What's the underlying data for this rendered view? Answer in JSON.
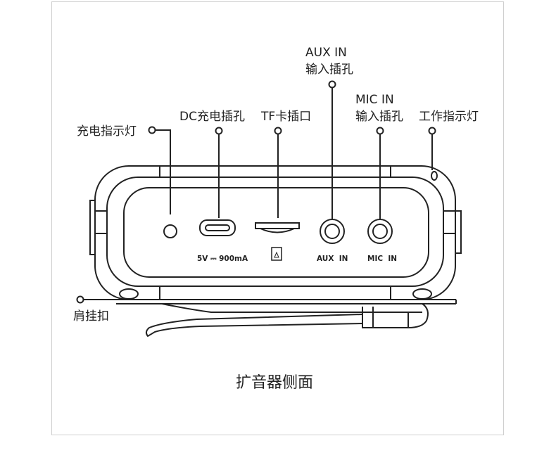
{
  "labels": {
    "aux_in_en": "AUX IN",
    "aux_in_cn": "输入插孔",
    "mic_in_en": "MIC IN",
    "mic_in_cn": "输入插孔",
    "dc_port": "DC充电插孔",
    "tf_slot": "TF卡插口",
    "charge_indicator": "充电指示灯",
    "work_indicator": "工作指示灯",
    "shoulder_clip": "肩挂扣"
  },
  "panel_print": {
    "power_rating": "5V ⎓ 900mA",
    "aux": "AUX  IN",
    "mic": "MIC  IN"
  },
  "caption": "扩音器侧面",
  "colors": {
    "line": "#222222",
    "frame_border": "#cfcfcf",
    "background": "#ffffff"
  }
}
